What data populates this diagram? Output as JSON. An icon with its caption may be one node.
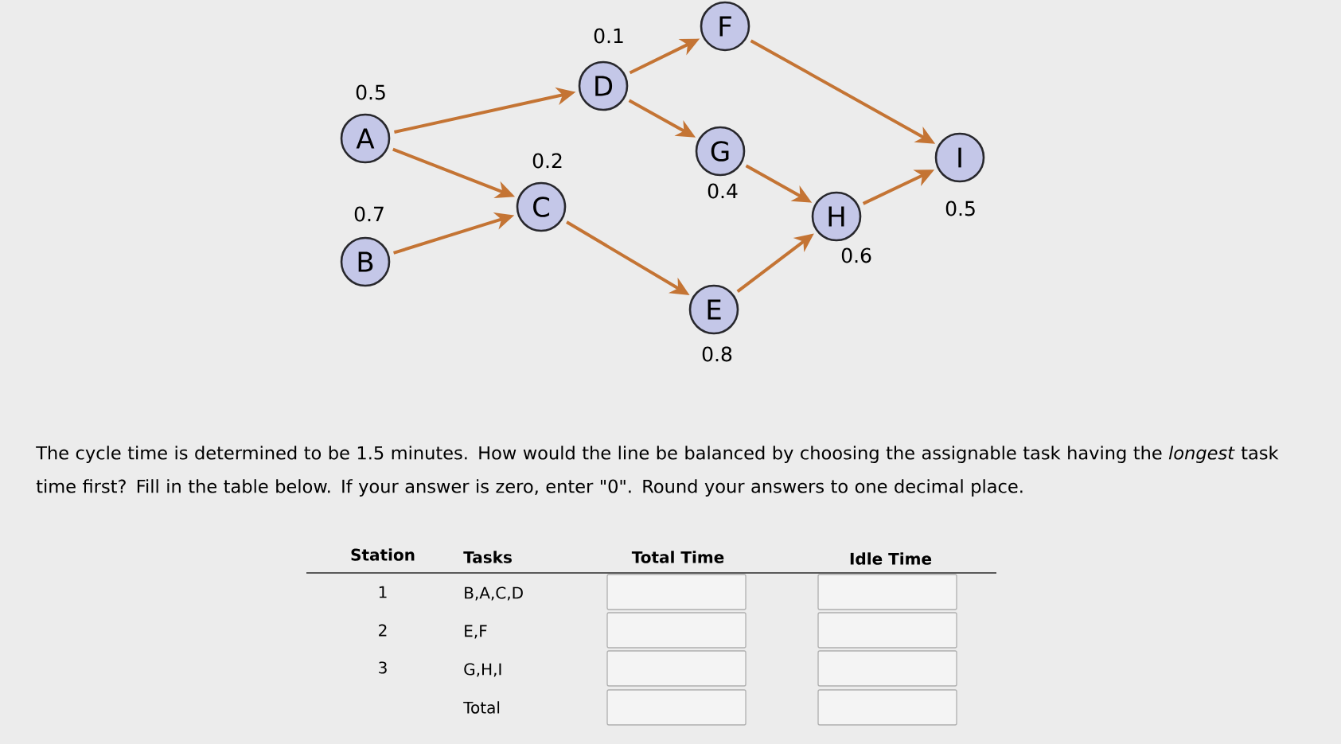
{
  "diagram": {
    "nodes": [
      {
        "text": [
          "A"
        ],
        "beside": [
          "0.5"
        ]
      },
      {
        "text": [
          "B"
        ],
        "beside": [
          "0.7"
        ]
      },
      {
        "text": [
          "C"
        ],
        "beside": [
          "0.2"
        ]
      },
      {
        "text": [
          "D"
        ],
        "beside": [
          "0.1"
        ]
      },
      {
        "text": [
          "F"
        ]
      },
      {
        "text": [
          "G"
        ],
        "beside": [
          "0.4"
        ]
      },
      {
        "text": [
          "E"
        ],
        "beside": [
          "0.8"
        ]
      },
      {
        "text": [
          "H"
        ],
        "beside": [
          "0.6"
        ]
      },
      {
        "text": [
          "I"
        ],
        "beside": [
          "0.5"
        ]
      }
    ],
    "edges": [
      {
        "from": 0,
        "to": 3,
        "arrow": "to"
      },
      {
        "from": 0,
        "to": 2,
        "arrow": "to"
      },
      {
        "from": 1,
        "to": 2,
        "arrow": "to"
      },
      {
        "from": 3,
        "to": 4,
        "arrow": "to"
      },
      {
        "from": 3,
        "to": 5,
        "arrow": "to"
      },
      {
        "from": 2,
        "to": 6,
        "arrow": "to"
      },
      {
        "from": 4,
        "to": 8,
        "arrow": "to"
      },
      {
        "from": 5,
        "to": 7,
        "arrow": "to"
      },
      {
        "from": 6,
        "to": 7,
        "arrow": "to"
      },
      {
        "from": 7,
        "to": 8,
        "arrow": "to"
      }
    ],
    "labels": [
      "The cycle time is determined to be 1.5 minutes. How would the line be balanced by choosing the assignable task having the *longest* task time first? Fill in the table below. If your answer is zero, enter \"0\". Round your answers to one decimal place.",
      "Station",
      "Tasks",
      "Total Time",
      "Idle Time",
      "1",
      "B,A,C,D",
      "2",
      "E,F",
      "3",
      "G,H,I",
      "Total"
    ]
  }
}
